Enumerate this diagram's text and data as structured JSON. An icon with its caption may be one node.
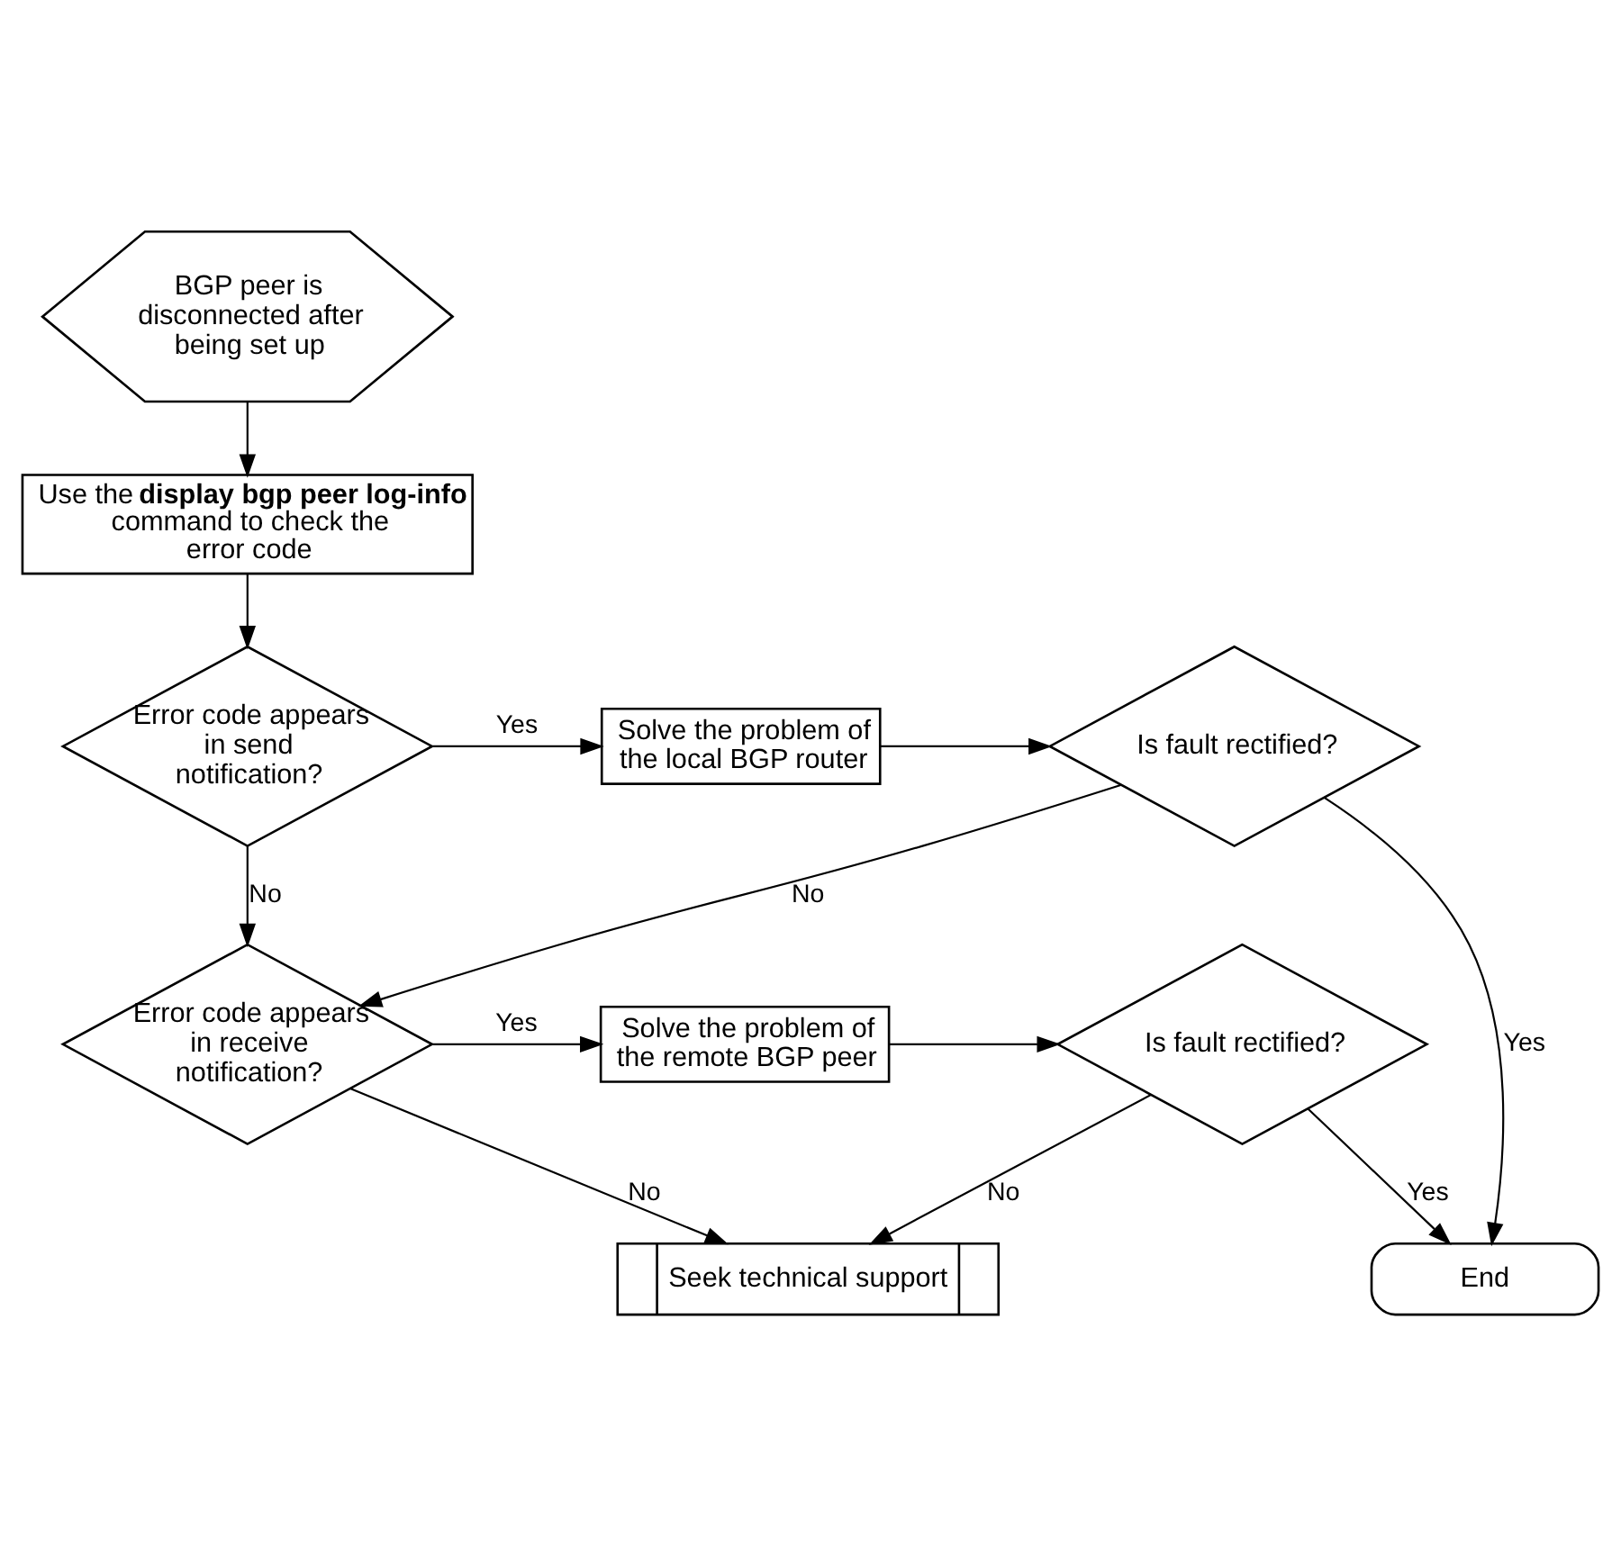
{
  "diagram": {
    "nodes": [
      {
        "text": [
          "BGP peer is disconnected after being set up"
        ]
      },
      {
        "text": [
          "Use the **display bgp peer log-info** command to check the error code"
        ]
      },
      {
        "text": [
          "Error code appears in send notification?"
        ]
      },
      {
        "text": [
          "Solve the problem of the local BGP router"
        ]
      },
      {
        "text": [
          "Is fault rectified?"
        ]
      },
      {
        "text": [
          "Error code appears in receive notification?"
        ]
      },
      {
        "text": [
          "Solve the problem of the remote BGP peer"
        ]
      },
      {
        "text": [
          "Is fault rectified?"
        ]
      },
      {
        "text": [
          "Seek technical support"
        ]
      },
      {
        "text": [
          "End"
        ]
      }
    ],
    "edges": [
      {
        "from": 0,
        "to": 1,
        "arrow": "to"
      },
      {
        "from": 1,
        "to": 2,
        "arrow": "to"
      },
      {
        "from": 2,
        "to": 3,
        "arrow": "to",
        "label": "Yes"
      },
      {
        "from": 3,
        "to": 4,
        "arrow": "to"
      },
      {
        "from": 2,
        "to": 5,
        "arrow": "to",
        "label": "No"
      },
      {
        "from": 4,
        "to": 5,
        "arrow": "to",
        "label": "No"
      },
      {
        "from": 4,
        "to": 9,
        "arrow": "to",
        "label": "Yes"
      },
      {
        "from": 5,
        "to": 6,
        "arrow": "to",
        "label": "Yes"
      },
      {
        "from": 6,
        "to": 7,
        "arrow": "to"
      },
      {
        "from": 5,
        "to": 8,
        "arrow": "to",
        "label": "No"
      },
      {
        "from": 7,
        "to": 8,
        "arrow": "to",
        "label": "No"
      },
      {
        "from": 7,
        "to": 9,
        "arrow": "to",
        "label": "Yes"
      }
    ]
  }
}
